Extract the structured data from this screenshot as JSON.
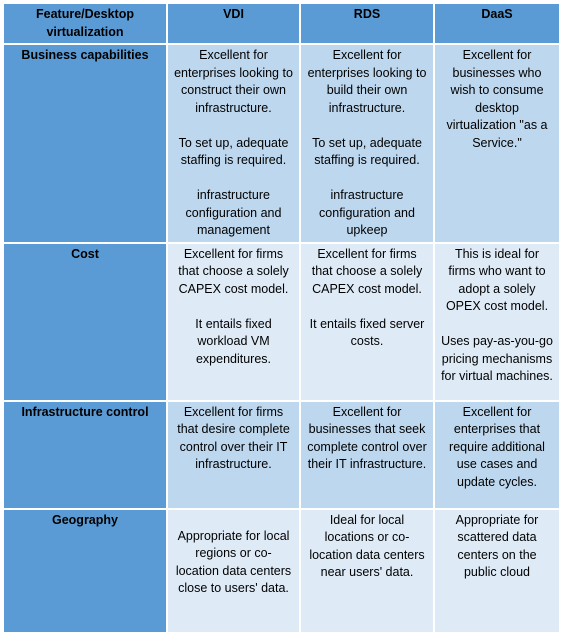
{
  "headers": [
    "Feature/Desktop virtualization",
    "VDI",
    "RDS",
    "DaaS"
  ],
  "rows": [
    {
      "feature": "Business capabilities",
      "vdi": [
        "Excellent for enterprises looking to construct their own infrastructure.",
        "To set up, adequate staffing is required.",
        "infrastructure configuration and management"
      ],
      "rds": [
        "Excellent for enterprises looking to build their own infrastructure.",
        "To set up, adequate staffing is required.",
        "infrastructure configuration and upkeep"
      ],
      "daas": [
        "Excellent for businesses who wish to consume desktop virtualization \"as a Service.\""
      ]
    },
    {
      "feature": "Cost",
      "vdi": [
        "Excellent for firms that choose a solely CAPEX cost model.",
        "It entails fixed workload VM expenditures."
      ],
      "rds": [
        "Excellent for firms that choose a solely CAPEX cost model.",
        "It entails fixed server costs."
      ],
      "daas": [
        "This is ideal for firms who want to adopt a solely OPEX cost model.",
        "Uses pay-as-you-go pricing mechanisms for virtual machines."
      ]
    },
    {
      "feature": "Infrastructure control",
      "vdi": [
        "Excellent for firms that desire complete control over their IT infrastructure."
      ],
      "rds": [
        "Excellent for businesses that seek complete control over their IT infrastructure."
      ],
      "daas": [
        "Excellent for enterprises that require additional use cases and update cycles."
      ]
    },
    {
      "feature": "Geography",
      "vdi": [
        "Appropriate for local regions or co-location data centers close to users' data."
      ],
      "rds": [
        "Ideal for local locations or co-location data centers near users' data."
      ],
      "daas": [
        "Appropriate for scattered data centers on the public cloud"
      ]
    }
  ]
}
